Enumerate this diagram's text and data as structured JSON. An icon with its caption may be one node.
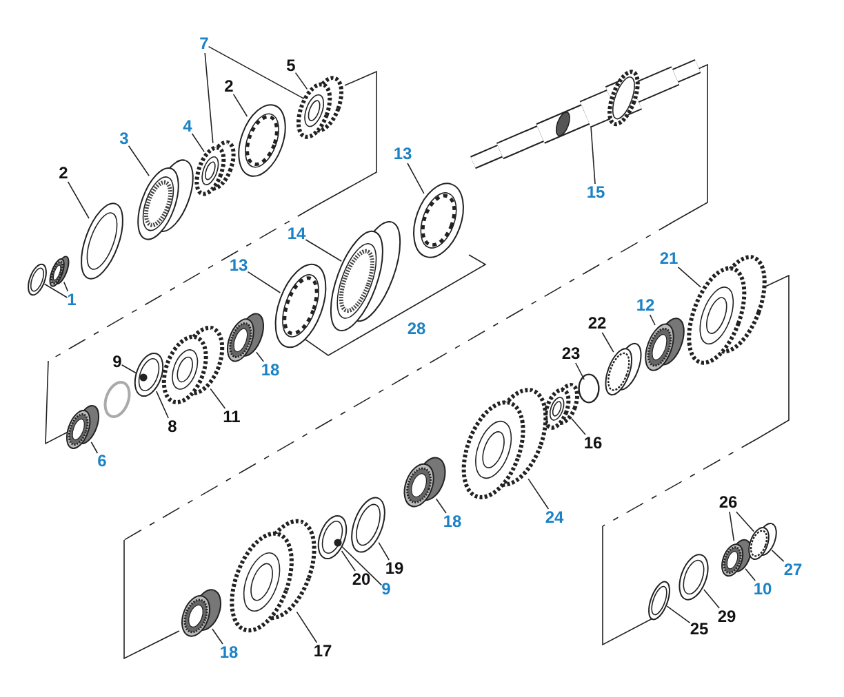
{
  "diagram": {
    "nodes": [
      {
        "text": [
          "7"
        ]
      },
      {
        "text": [
          "5"
        ]
      },
      {
        "text": [
          "2"
        ]
      },
      {
        "text": [
          "4"
        ]
      },
      {
        "text": [
          "3"
        ]
      },
      {
        "text": [
          "13"
        ]
      },
      {
        "text": [
          "2"
        ]
      },
      {
        "text": [
          "15"
        ]
      },
      {
        "text": [
          "14"
        ]
      },
      {
        "text": [
          "21"
        ]
      },
      {
        "text": [
          "13"
        ]
      },
      {
        "text": [
          "1"
        ]
      },
      {
        "text": [
          "12"
        ]
      },
      {
        "text": [
          "22"
        ]
      },
      {
        "text": [
          "23"
        ]
      },
      {
        "text": [
          "9"
        ]
      },
      {
        "text": [
          "18"
        ]
      },
      {
        "text": [
          "11"
        ]
      },
      {
        "text": [
          "8"
        ]
      },
      {
        "text": [
          "16"
        ]
      },
      {
        "text": [
          "6"
        ]
      },
      {
        "text": [
          "26"
        ]
      },
      {
        "text": [
          "24"
        ]
      },
      {
        "text": [
          "18"
        ]
      },
      {
        "text": [
          "19"
        ]
      },
      {
        "text": [
          "27"
        ]
      },
      {
        "text": [
          "20"
        ]
      },
      {
        "text": [
          "10"
        ]
      },
      {
        "text": [
          "9"
        ]
      },
      {
        "text": [
          "29"
        ]
      },
      {
        "text": [
          "25"
        ]
      },
      {
        "text": [
          "17"
        ]
      },
      {
        "text": [
          "18"
        ]
      },
      {
        "text": [],
        "shape": "picture"
      },
      {
        "text": [],
        "shape": "picture"
      },
      {
        "text": [],
        "shape": "picture"
      },
      {
        "text": [],
        "shape": "picture"
      },
      {
        "text": [],
        "shape": "picture"
      },
      {
        "text": [],
        "shape": "picture"
      },
      {
        "text": [],
        "shape": "picture"
      },
      {
        "text": [],
        "shape": "picture"
      },
      {
        "text": [],
        "shape": "picture"
      },
      {
        "text": [],
        "shape": "picture"
      },
      {
        "text": [],
        "shape": "picture"
      },
      {
        "text": [],
        "shape": "picture"
      },
      {
        "text": [],
        "shape": "picture"
      },
      {
        "text": [],
        "shape": "picture"
      },
      {
        "text": [],
        "shape": "circle",
        "in": 46
      },
      {
        "text": [],
        "shape": "picture"
      },
      {
        "text": [],
        "shape": "circle"
      },
      {
        "text": [],
        "shape": "picture"
      },
      {
        "text": [],
        "shape": "picture"
      },
      {
        "text": [],
        "shape": "picture"
      },
      {
        "text": [],
        "shape": "picture"
      },
      {
        "text": [],
        "shape": "picture"
      },
      {
        "text": [],
        "shape": "picture"
      },
      {
        "text": [],
        "shape": "picture"
      },
      {
        "text": [],
        "shape": "picture"
      },
      {
        "text": [],
        "shape": "circle",
        "in": 57
      },
      {
        "text": [],
        "shape": "picture"
      },
      {
        "text": [],
        "shape": "picture"
      },
      {
        "text": [],
        "shape": "picture"
      },
      {
        "text": [],
        "shape": "picture"
      },
      {
        "text": [],
        "shape": "picture"
      },
      {
        "text": [],
        "shape": "picture"
      }
    ],
    "edges": [
      {
        "from": 0,
        "to": 37,
        "arrow": "none"
      },
      {
        "from": 0,
        "to": 39,
        "arrow": "none"
      },
      {
        "from": 1,
        "to": 39,
        "arrow": "none"
      },
      {
        "from": 2,
        "to": 38,
        "arrow": "none"
      },
      {
        "from": 3,
        "to": 37,
        "arrow": "none"
      },
      {
        "from": 4,
        "to": 36,
        "arrow": "none"
      },
      {
        "from": 5,
        "to": 42,
        "arrow": "none"
      },
      {
        "from": 6,
        "to": 35,
        "arrow": "none"
      },
      {
        "from": 7,
        "to": 43,
        "arrow": "none"
      },
      {
        "from": 8,
        "to": 41,
        "arrow": "none"
      },
      {
        "from": 9,
        "to": 52,
        "arrow": "none"
      },
      {
        "from": 10,
        "to": 40,
        "arrow": "none"
      },
      {
        "from": 11,
        "to": 33,
        "arrow": "none"
      },
      {
        "from": 11,
        "to": 34,
        "arrow": "none"
      },
      {
        "from": 12,
        "to": 51,
        "arrow": "none"
      },
      {
        "from": 13,
        "to": 50,
        "arrow": "none"
      },
      {
        "from": 14,
        "to": 49,
        "arrow": "none"
      },
      {
        "from": 15,
        "to": 47,
        "arrow": "none"
      },
      {
        "from": 16,
        "to": 44,
        "arrow": "none"
      },
      {
        "from": 17,
        "to": 45,
        "arrow": "none"
      },
      {
        "from": 18,
        "to": 46,
        "arrow": "none"
      },
      {
        "from": 19,
        "to": 53,
        "arrow": "none"
      },
      {
        "from": 20,
        "to": 48,
        "arrow": "none"
      },
      {
        "from": 21,
        "to": 61,
        "arrow": "none"
      },
      {
        "from": 21,
        "to": 62,
        "arrow": "none"
      },
      {
        "from": 22,
        "to": 54,
        "arrow": "none"
      },
      {
        "from": 23,
        "to": 55,
        "arrow": "none"
      },
      {
        "from": 24,
        "to": 56,
        "arrow": "none"
      },
      {
        "from": 25,
        "to": 62,
        "arrow": "none"
      },
      {
        "from": 26,
        "to": 57,
        "arrow": "none"
      },
      {
        "from": 27,
        "to": 61,
        "arrow": "none"
      },
      {
        "from": 28,
        "to": 58,
        "arrow": "none"
      },
      {
        "from": 29,
        "to": 63,
        "arrow": "none"
      },
      {
        "from": 30,
        "to": 64,
        "arrow": "none"
      },
      {
        "from": 31,
        "to": 59,
        "arrow": "none"
      },
      {
        "from": 32,
        "to": 60,
        "arrow": "none"
      }
    ],
    "labels": [
      "28"
    ]
  }
}
